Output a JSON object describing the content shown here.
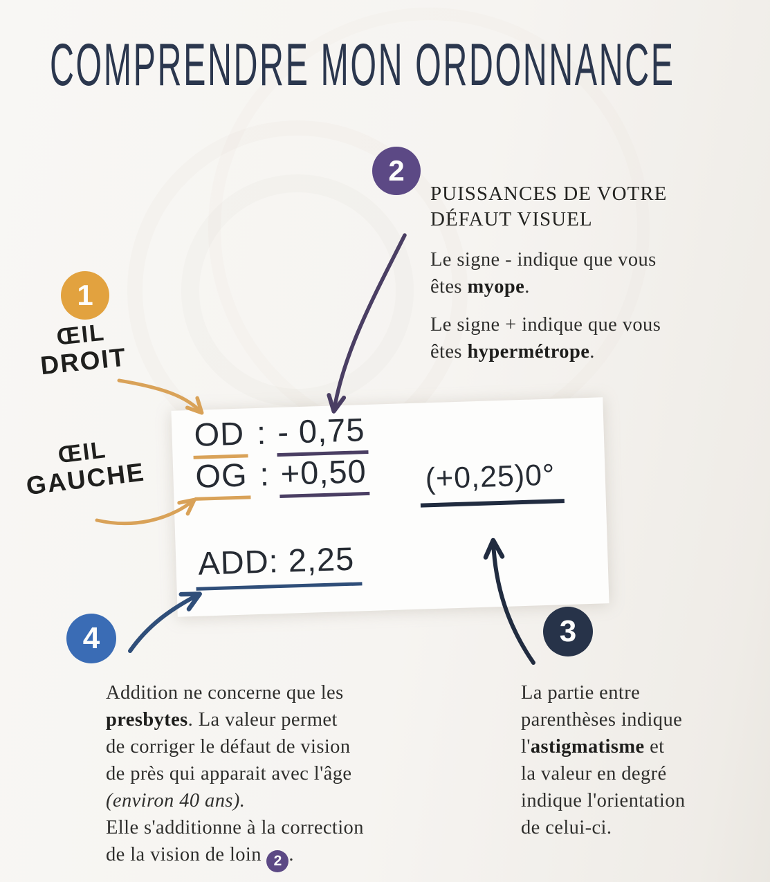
{
  "title": "COMPRENDRE MON ORDONNANCE",
  "markers": {
    "one": "1",
    "two": "2",
    "three": "3",
    "four": "4"
  },
  "labels": {
    "right_eye_line1": "ŒIL",
    "right_eye_line2": "DROIT",
    "left_eye_line1": "ŒIL",
    "left_eye_line2": "GAUCHE"
  },
  "powers": {
    "heading_line1": "PUISSANCES DE VOTRE",
    "heading_line2": "DÉFAUT VISUEL",
    "p1_line1": "Le signe - indique que vous",
    "p1_line2_pre": "êtes ",
    "p1_line2_bold": "myope",
    "p1_line2_end": ".",
    "p2_line1": "Le signe + indique que vous",
    "p2_line2_pre": "êtes ",
    "p2_line2_bold": "hypermétrope",
    "p2_line2_end": "."
  },
  "prescription": {
    "od_label": "OD",
    "od_colon": " : ",
    "od_value": "- 0,75",
    "og_label": "OG",
    "og_colon": " : ",
    "og_value": "+0,50",
    "add_value": "ADD: 2,25",
    "cylinder_value": "(+0,25)0°"
  },
  "addition_note": {
    "line1": "Addition ne concerne que les",
    "line2_bold": "presbytes",
    "line2_rest": ". La valeur permet",
    "line3": "de corriger le défaut de vision",
    "line4": "de près qui apparait avec l'âge",
    "line5_italic": "(environ 40 ans).",
    "line6": "Elle s'additionne à la correction",
    "line7_pre": "de la vision de loin ",
    "line7_badge": "2",
    "line7_end": "."
  },
  "astigmatism_note": {
    "line1": "La partie entre",
    "line2": "parenthèses indique",
    "line3_pre": "l'",
    "line3_bold": "astigmatisme",
    "line3_end": " et",
    "line4": "la valeur en degré",
    "line5": "indique l'orientation",
    "line6": "de celui-ci."
  },
  "colors": {
    "ink": "#2E2E2C",
    "title_navy": "#2B374E",
    "marker_orange": "#E2A23F",
    "marker_purple": "#5C4985",
    "marker_dark_navy": "#273349",
    "marker_blue": "#3A6CB5",
    "underline_orange": "#D9A258",
    "underline_purple": "#4A3E63",
    "underline_navy": "#2F4E79",
    "underline_dark": "#212C40"
  }
}
